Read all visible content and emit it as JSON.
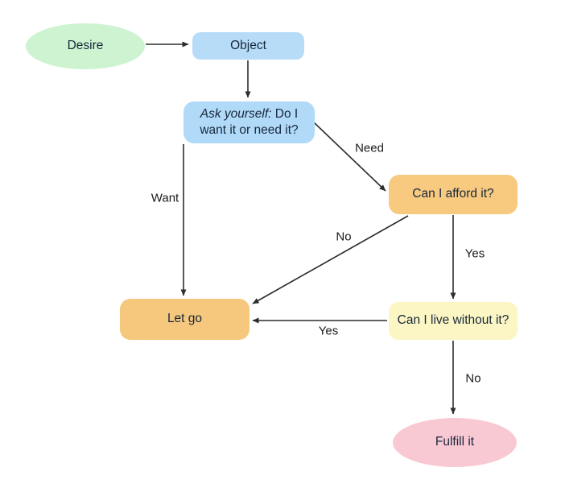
{
  "diagram": {
    "background": "#ffffff",
    "arrow_color": "#2d2d2d",
    "text_color": "#18263b",
    "nodes": {
      "desire": {
        "label": "Desire",
        "shape": "ellipse",
        "fill": "#cdf3d1"
      },
      "object": {
        "label": "Object",
        "shape": "rounded-rect",
        "fill": "#b6dcf8"
      },
      "ask": {
        "label_emphasis": "Ask yourself:",
        "label": "Do I want it or need it?",
        "shape": "rounded-rect",
        "fill": "#b0daf8"
      },
      "afford": {
        "label": "Can I afford it?",
        "shape": "rounded-rect",
        "fill": "#f7ca80"
      },
      "letgo": {
        "label": "Let go",
        "shape": "rounded-rect",
        "fill": "#f6c87d"
      },
      "live": {
        "label": "Can I live without it?",
        "shape": "rounded-rect",
        "fill": "#fbf6c3"
      },
      "fulfill": {
        "label": "Fulfill it",
        "shape": "ellipse",
        "fill": "#f9c9d3"
      }
    },
    "edges": {
      "need_label": "Need",
      "want_label": "Want",
      "afford_yes_label": "Yes",
      "afford_no_label": "No",
      "live_yes_label": "Yes",
      "live_no_label": "No"
    }
  }
}
